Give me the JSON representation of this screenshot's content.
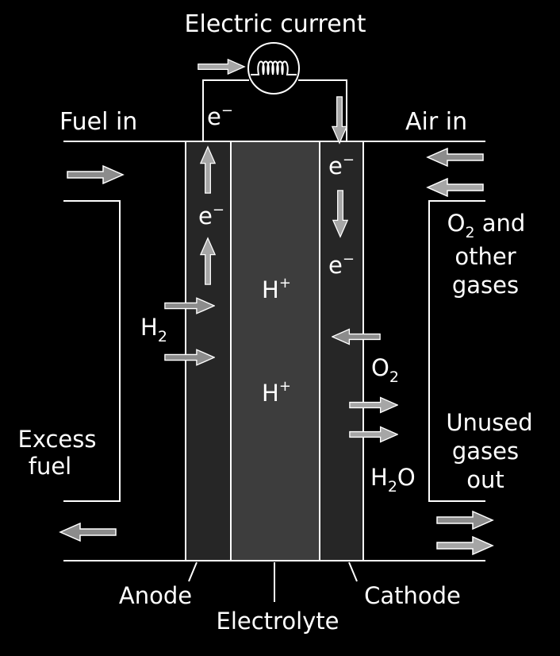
{
  "labels": {
    "electric_current": "Electric current",
    "fuel_in": "Fuel in",
    "air_in": "Air in",
    "electron": "e",
    "electron_charge": "−",
    "proton": "H",
    "proton_charge": "+",
    "hydrogen": "H",
    "hydrogen_sub": "2",
    "oxygen": "O",
    "oxygen_sub": "2",
    "water_h": "H",
    "water_sub": "2",
    "water_o": "O",
    "o2_and_line1_sub": "2",
    "o2_and_line1_rest": " and",
    "o2_line2": "other",
    "o2_line3": "gases",
    "excess_line1": "Excess",
    "excess_line2": "fuel",
    "unused_line1": "Unused",
    "unused_line2": "gases",
    "unused_line3": "out",
    "anode": "Anode",
    "electrolyte": "Electrolyte",
    "cathode": "Cathode"
  },
  "colors": {
    "background": "#000000",
    "anode_fill": "#262626",
    "electrolyte_fill": "#3d3d3d",
    "cathode_fill": "#262626",
    "arrow_dark": "#8c8c8c",
    "arrow_light": "#a6a6a6",
    "line": "#ffffff"
  },
  "icons": {
    "lamp": "lamp-icon",
    "arrow": "arrow-icon"
  }
}
